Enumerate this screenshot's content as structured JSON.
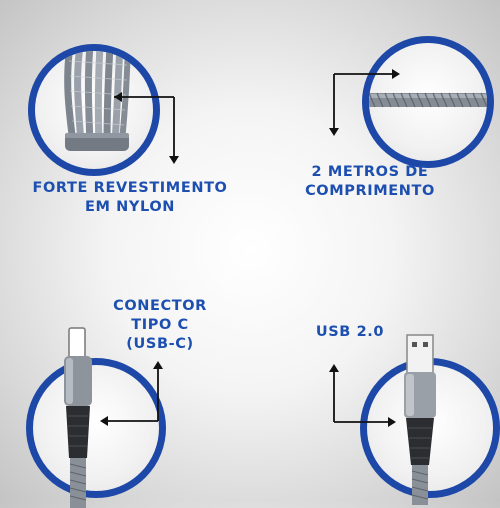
{
  "panels": {
    "top_left": {
      "caption_lines": [
        "FORTE REVESTIMENTO",
        "EM NYLON"
      ]
    },
    "top_right": {
      "caption_lines": [
        "2 METROS DE",
        "COMPRIMENTO"
      ]
    },
    "bottom_left": {
      "caption_lines": [
        "CONECTOR",
        "TIPO C",
        "(USB-C)"
      ]
    },
    "bottom_right": {
      "caption_lines": [
        "USB 2.0"
      ]
    }
  },
  "colors": {
    "ring": "#1d48a8",
    "caption": "#1d4fb0",
    "cable": "#8d949d",
    "arrow": "#111111"
  }
}
